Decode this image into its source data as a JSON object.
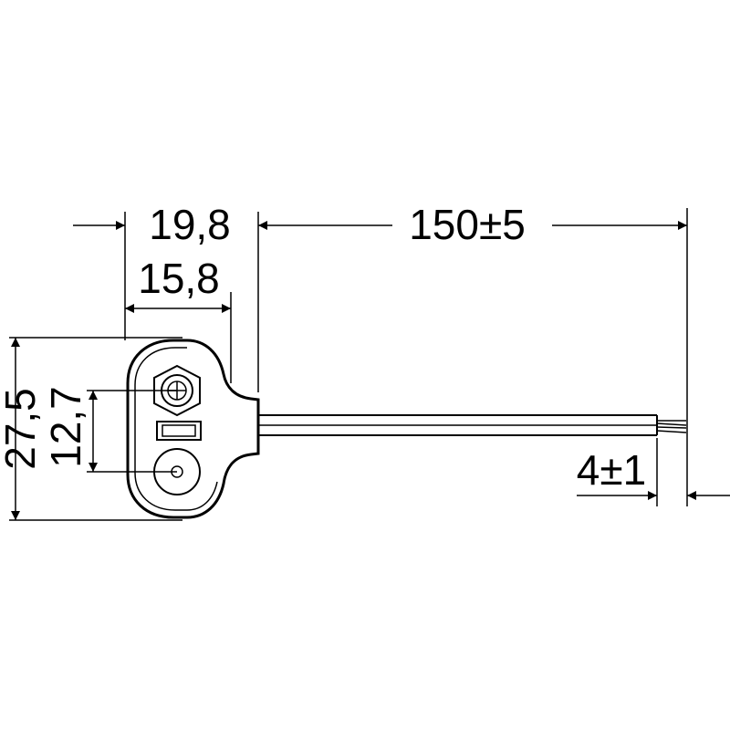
{
  "dimensions": {
    "overall_length_key": "19,8",
    "slot_width": "15,8",
    "cable_length": "150±5",
    "strip_length": "4±1",
    "body_height": "27,5",
    "contact_spacing": "12,7"
  },
  "colors": {
    "line": "#000000",
    "background": "#ffffff"
  }
}
